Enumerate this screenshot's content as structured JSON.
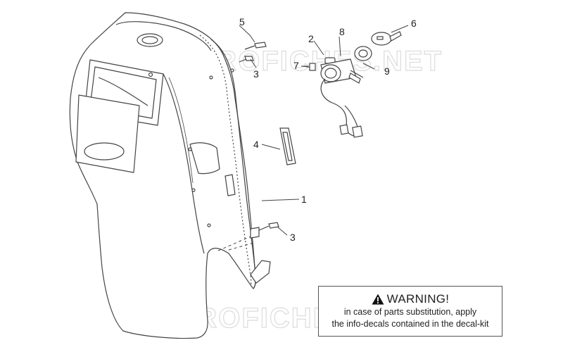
{
  "callouts": [
    {
      "id": "5",
      "label": "5"
    },
    {
      "id": "3a",
      "label": "3"
    },
    {
      "id": "2",
      "label": "2"
    },
    {
      "id": "8",
      "label": "8"
    },
    {
      "id": "6",
      "label": "6"
    },
    {
      "id": "7",
      "label": "7"
    },
    {
      "id": "9",
      "label": "9"
    },
    {
      "id": "4",
      "label": "4"
    },
    {
      "id": "1",
      "label": "1"
    },
    {
      "id": "3b",
      "label": "3"
    }
  ],
  "watermark": {
    "text": "MICROFICHES.NET"
  },
  "warning": {
    "icon": "warning-triangle-icon",
    "title": "WARNING!",
    "line1": "in case of parts substitution, apply",
    "line2": "the info-decals contained in the decal-kit"
  }
}
